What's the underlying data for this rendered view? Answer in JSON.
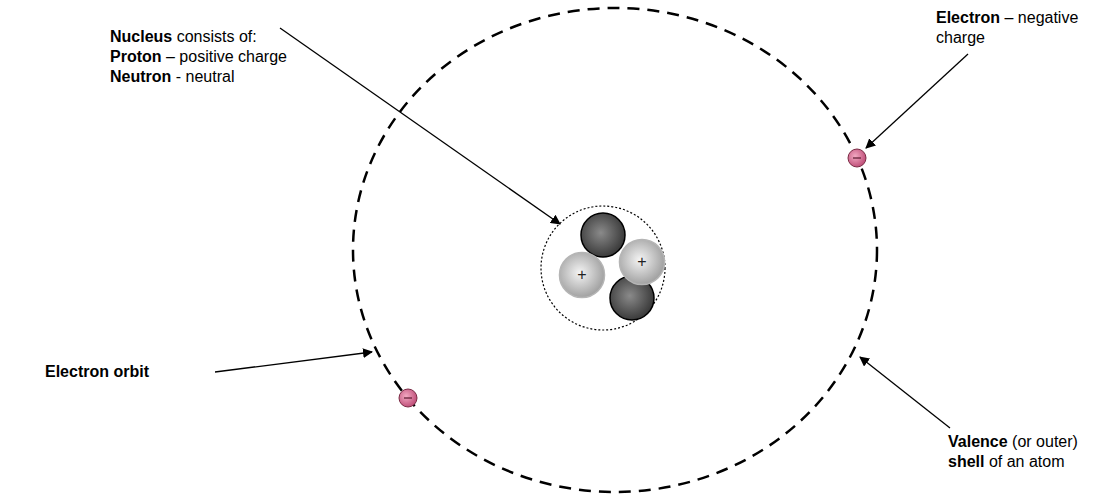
{
  "diagram": {
    "nodes": [
      {
        "text": [
          "+"
        ]
      },
      {
        "text": [
          "+"
        ]
      }
    ],
    "labels": [
      "Nucleus consists of:",
      "Proton – positive charge",
      "Neutron - neutral",
      "Electron – negative charge",
      "Electron orbit",
      "Valence (or outer) shell of an atom"
    ]
  }
}
